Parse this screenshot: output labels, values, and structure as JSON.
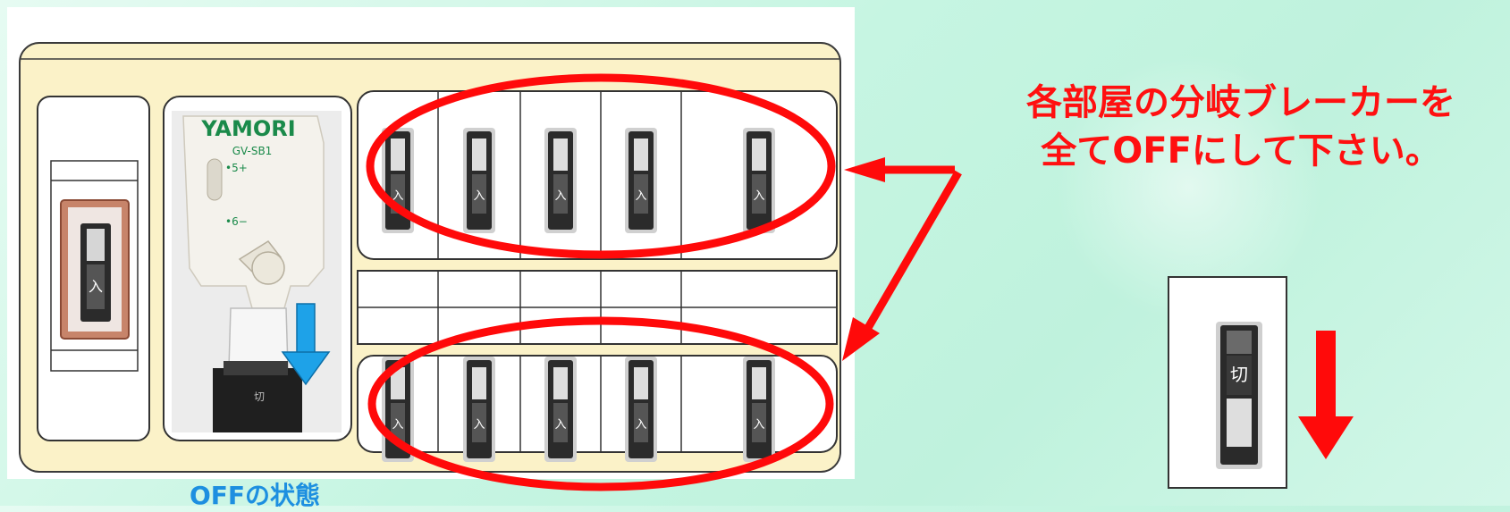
{
  "breaker_panel": {
    "brand": "YAMORI",
    "model": "GV-SB1",
    "terminal_plus": "•5+",
    "terminal_minus": "•6−",
    "main_switch_label": "入",
    "unit_switch_label": "切",
    "branch_switch_label": "入",
    "top_row_count": 5,
    "bottom_row_count": 5
  },
  "caption": "OFFの状態",
  "instruction": {
    "line1": "各部屋の分岐ブレーカーを",
    "line2": "全てOFFにして下さい。"
  },
  "off_example": {
    "switch_label": "切"
  },
  "colors": {
    "highlight_red": "#ff0a0a",
    "arrow_blue": "#1ea2e8",
    "caption_blue": "#1d8fe0",
    "panel_cream": "#fbf2c8"
  }
}
